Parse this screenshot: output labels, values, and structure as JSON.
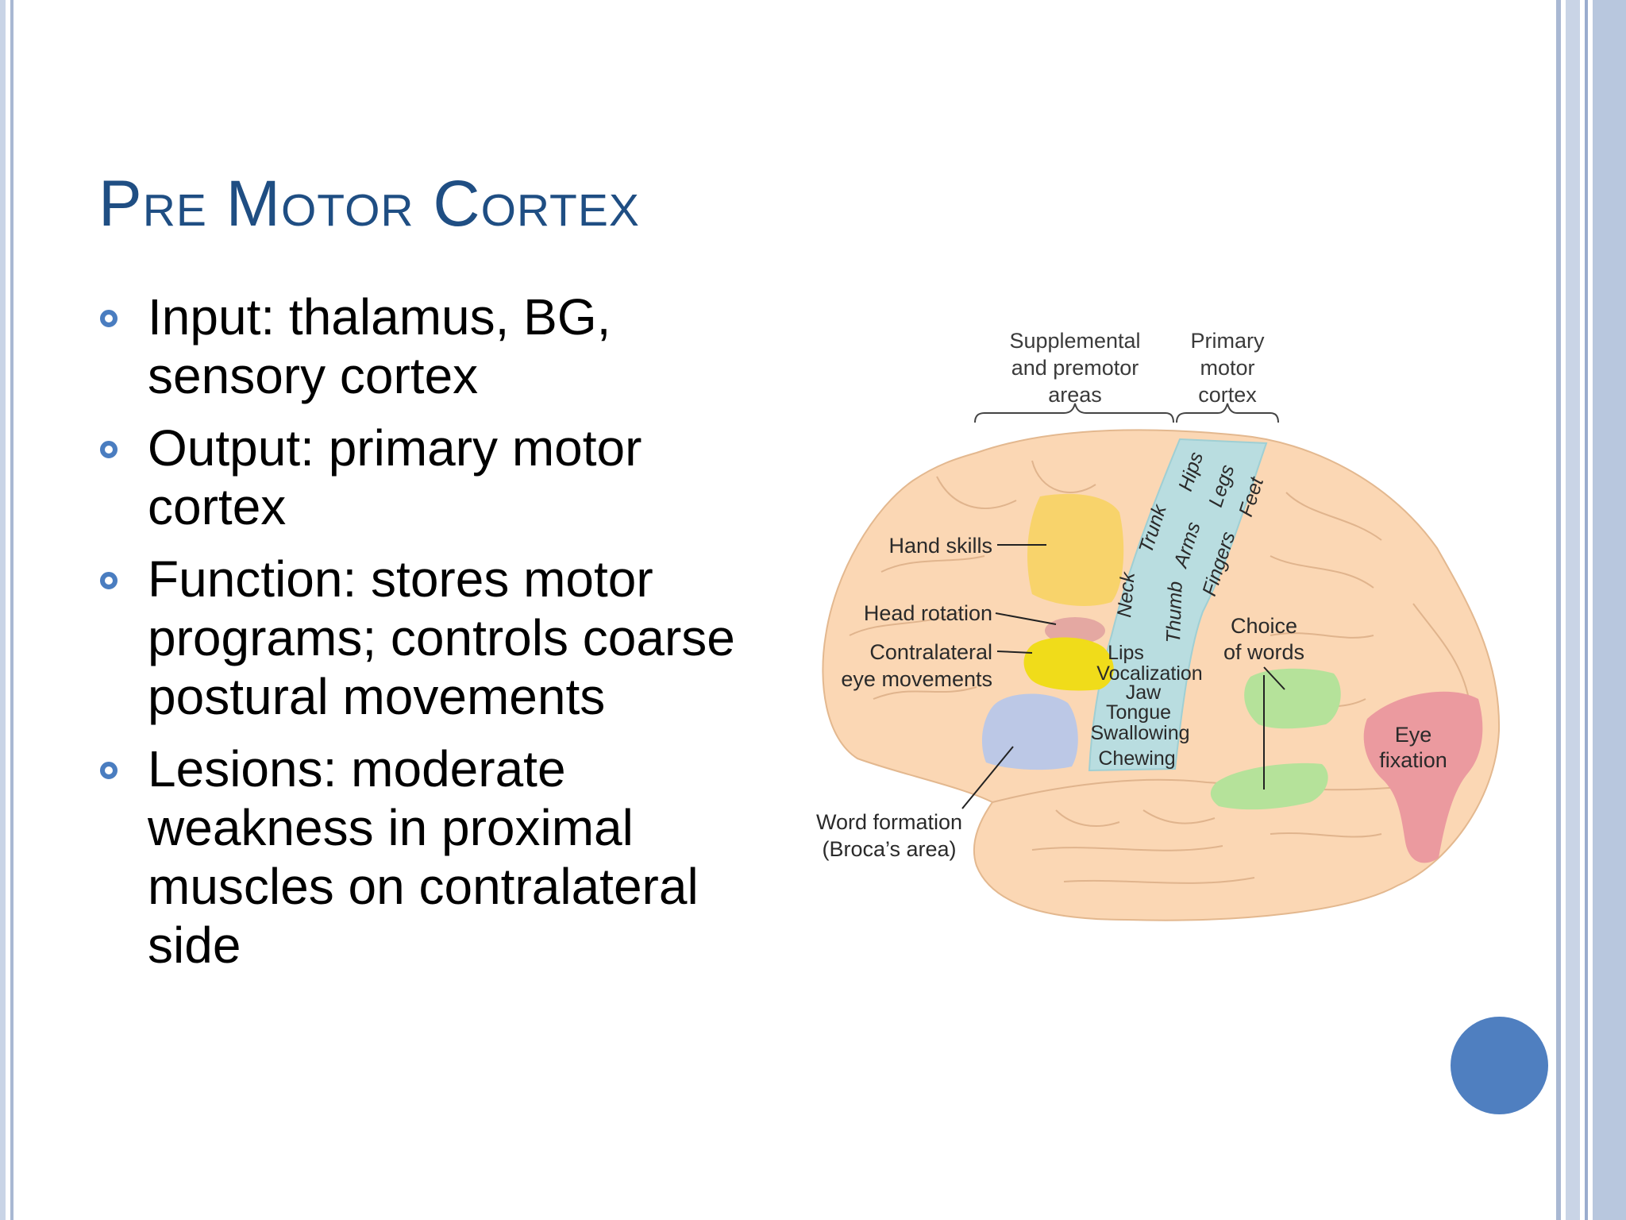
{
  "slide": {
    "title": "Pre Motor Cortex",
    "bullets": [
      {
        "text": "Input: thalamus, BG, sensory cortex"
      },
      {
        "text": "Output: primary motor cortex"
      },
      {
        "text": "Function: stores motor programs; controls coarse postural movements"
      },
      {
        "text": "Lesions: moderate weakness in proximal muscles on contralateral side"
      }
    ]
  },
  "diagram": {
    "headers": {
      "supplemental": [
        "Supplemental",
        "and premotor",
        "areas"
      ],
      "primary": [
        "Primary",
        "motor",
        "cortex"
      ]
    },
    "labels": {
      "hand_skills": "Hand skills",
      "head_rotation": "Head rotation",
      "contralateral": [
        "Contralateral",
        "eye movements"
      ],
      "word_formation": [
        "Word formation",
        "(Broca’s area)"
      ],
      "choice_of_words": [
        "Choice",
        "of words"
      ],
      "eye_fixation": [
        "Eye",
        "fixation"
      ]
    },
    "strip_labels": {
      "rotated": [
        "Hips",
        "Legs",
        "Feet",
        "Trunk",
        "Arms",
        "Fingers",
        "Neck",
        "Thumb"
      ],
      "stacked": [
        "Lips",
        "Vocalization",
        "Jaw",
        "Tongue",
        "Swallowing",
        "Chewing"
      ]
    },
    "colors": {
      "brain": "#fbd7b4",
      "motor_strip": "#b9dde0",
      "hand_region": "#f8d36b",
      "head_region": "#e4a8a2",
      "eye_region": "#f0dc1a",
      "broca_region": "#bcc8e6",
      "choice_region": "#b5e29a",
      "eye_fixation_region": "#eb9a9f"
    }
  }
}
